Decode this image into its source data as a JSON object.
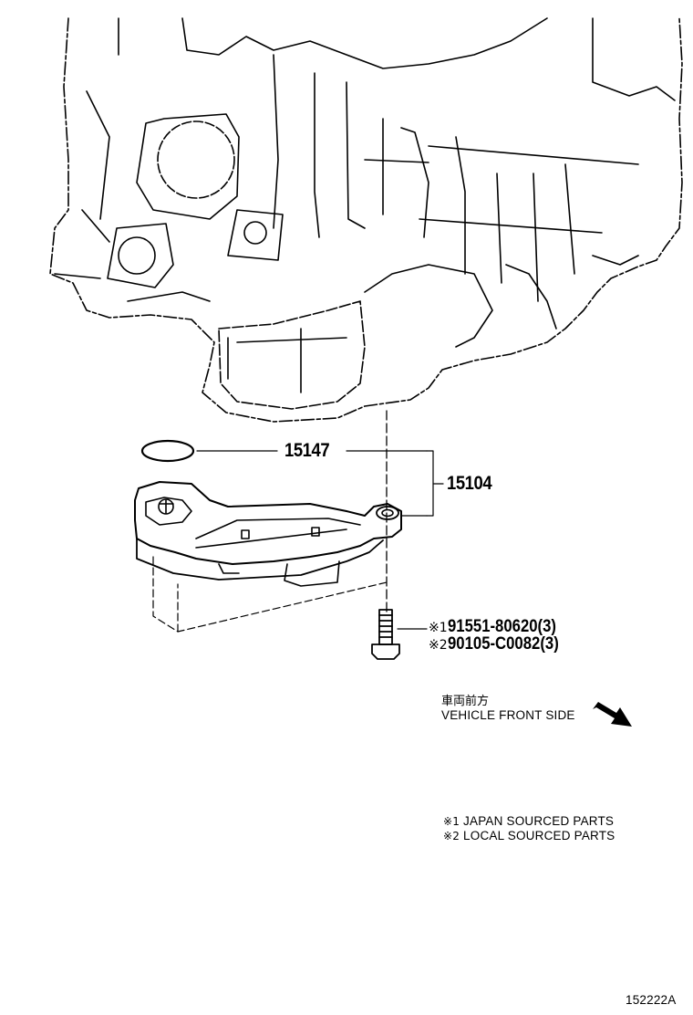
{
  "parts": {
    "oring": "15147",
    "strainer": "15104",
    "bolt_1_mark": "※1",
    "bolt_1": "91551-80620(3)",
    "bolt_2_mark": "※2",
    "bolt_2": "90105-C0082(3)"
  },
  "direction": {
    "japanese": "車両前方",
    "english": "VEHICLE FRONT SIDE"
  },
  "notes": [
    {
      "mark": "※1",
      "text": "JAPAN SOURCED PARTS"
    },
    {
      "mark": "※2",
      "text": "LOCAL SOURCED PARTS"
    }
  ],
  "figure_id": "152222A"
}
